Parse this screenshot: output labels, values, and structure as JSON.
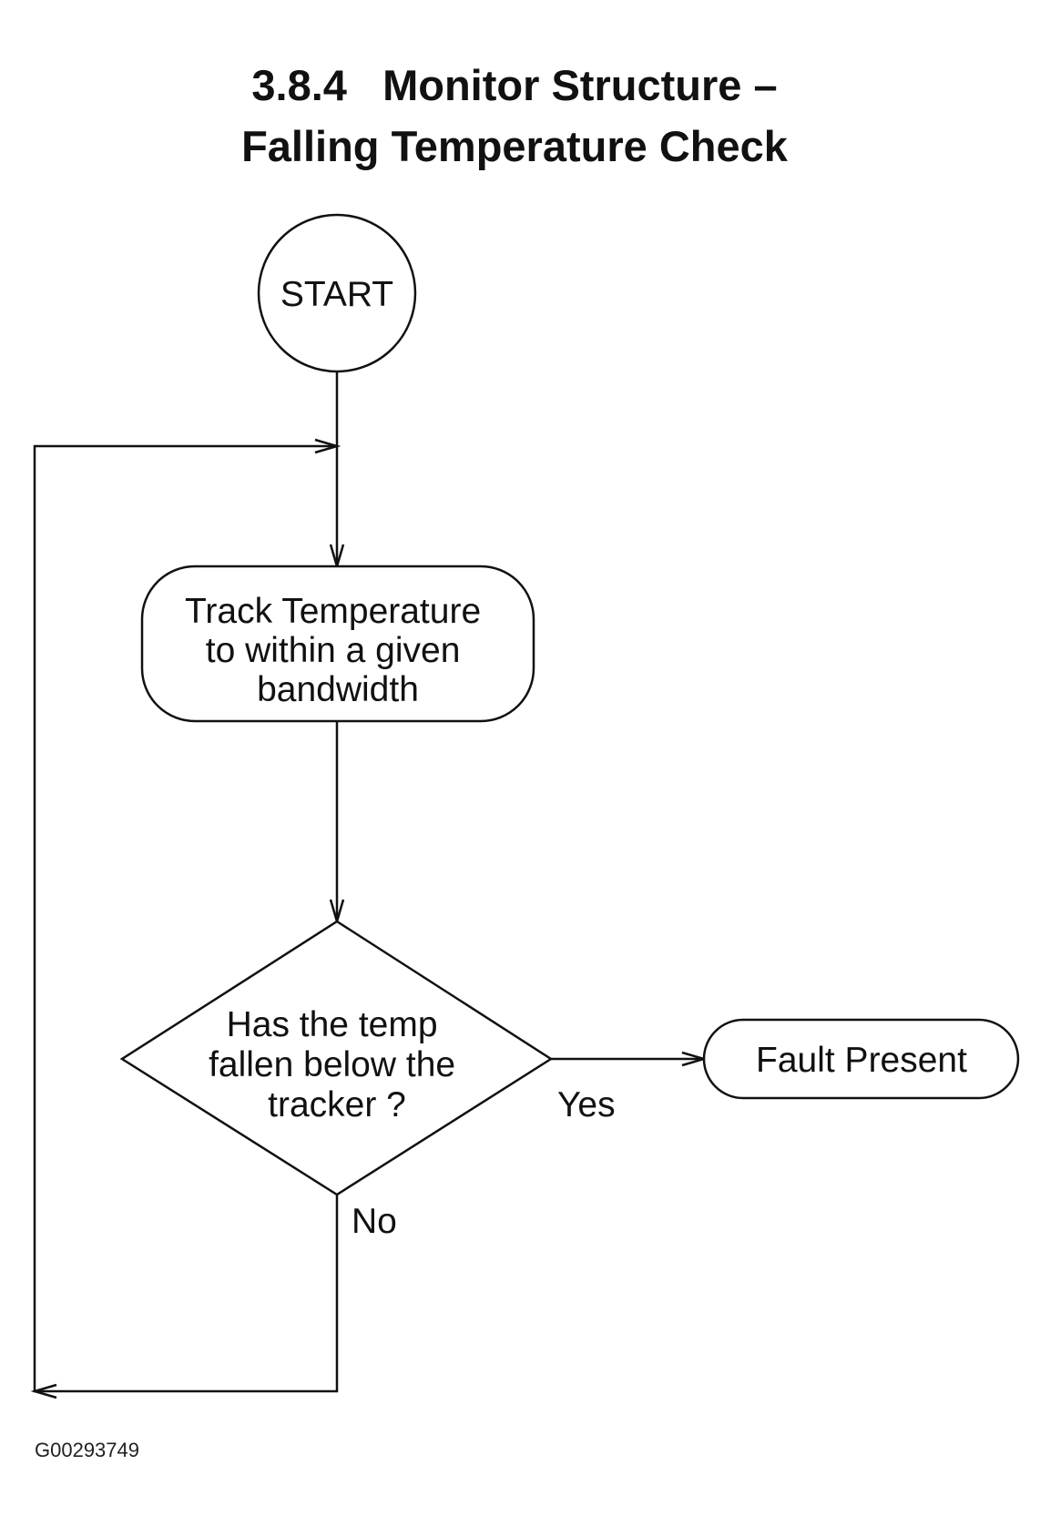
{
  "title": {
    "line1": "3.8.4   Monitor Structure –",
    "line2": "Falling Temperature Check"
  },
  "nodes": {
    "start": {
      "label": "START"
    },
    "track": {
      "lines": [
        "Track Temperature",
        "to within a given",
        "bandwidth"
      ]
    },
    "decision": {
      "lines": [
        "Has the temp",
        "fallen below the",
        "tracker ?"
      ]
    },
    "fault": {
      "label": "Fault Present"
    }
  },
  "edges": {
    "yes_label": "Yes",
    "no_label": "No"
  },
  "figure_id": "G00293749"
}
